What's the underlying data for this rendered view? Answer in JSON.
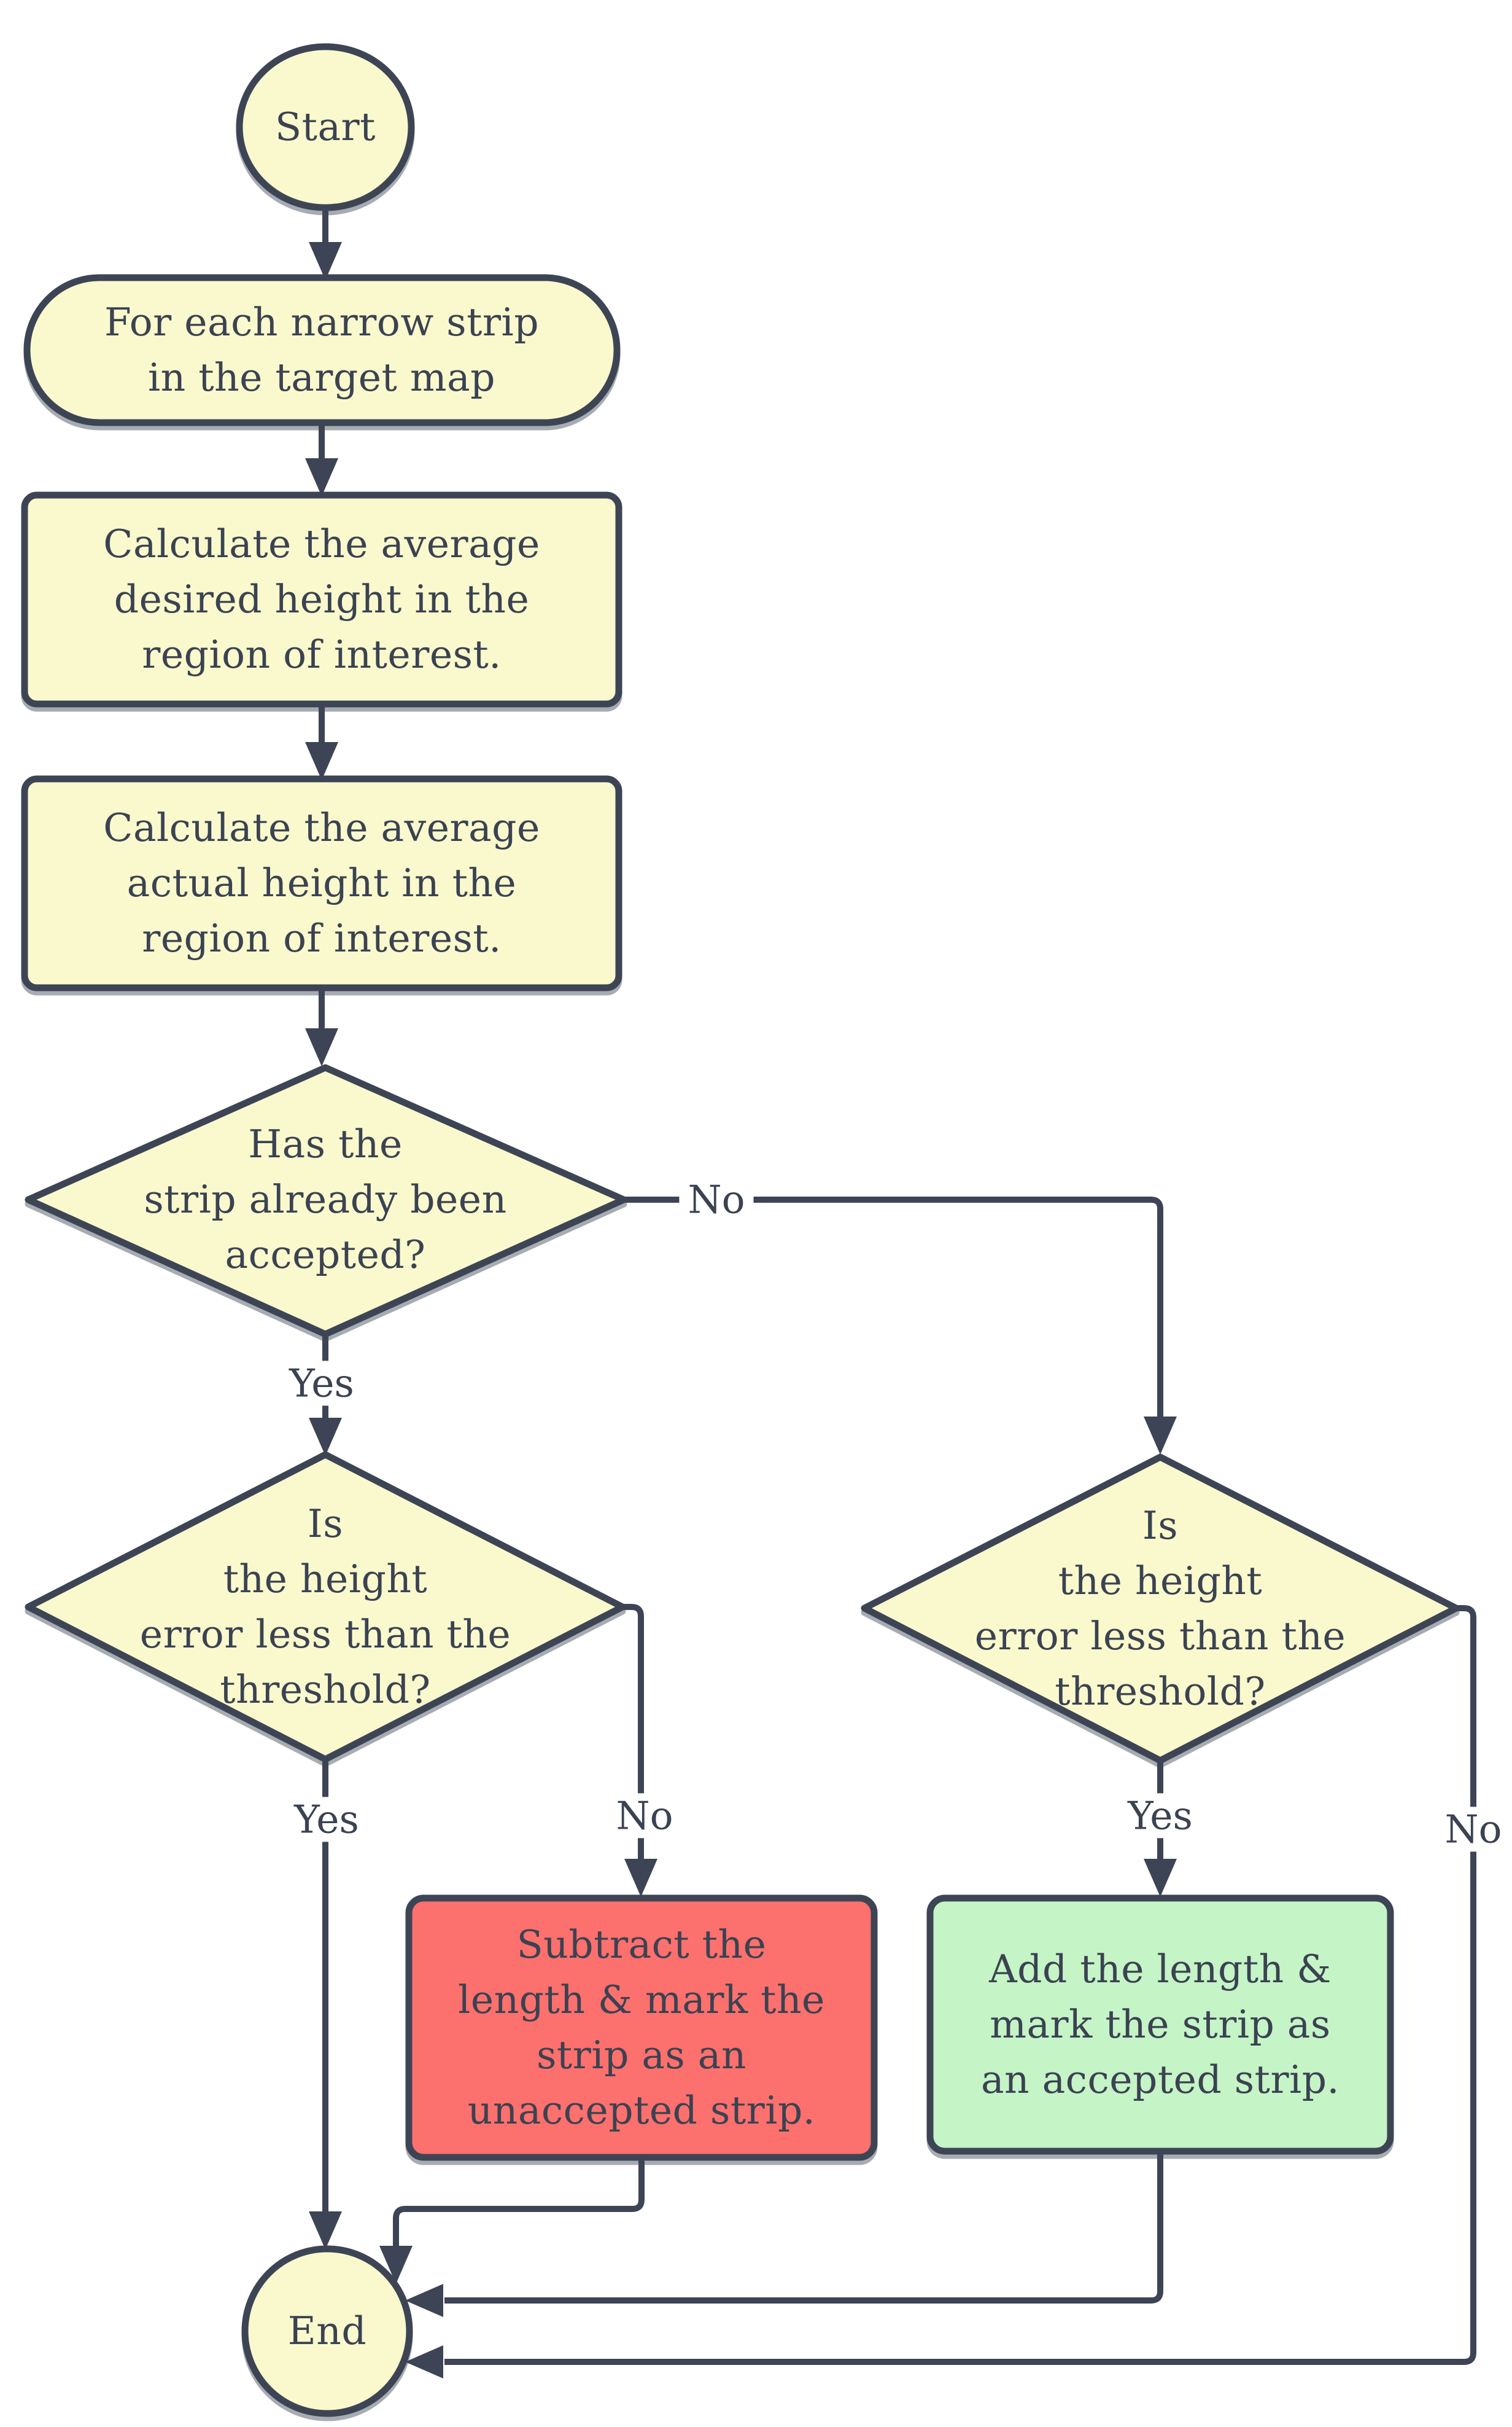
{
  "diagram": {
    "nodes": {
      "start": {
        "label": "Start",
        "type": "terminator"
      },
      "loop": {
        "label": "For each narrow strip\nin the target map",
        "type": "stadium"
      },
      "calc_desired": {
        "label": "Calculate the average\ndesired height in the\nregion of interest.",
        "type": "process"
      },
      "calc_actual": {
        "label": "Calculate the average\nactual height in the\nregion of interest.",
        "type": "process"
      },
      "accepted_check": {
        "label": "Has the\nstrip already been\naccepted?",
        "type": "decision"
      },
      "threshold_check_left": {
        "label": "Is\nthe height\nerror less than the\nthreshold?",
        "type": "decision"
      },
      "threshold_check_right": {
        "label": "Is\nthe height\nerror less than the\nthreshold?",
        "type": "decision"
      },
      "subtract": {
        "label": "Subtract the\nlength & mark the\nstrip as an\nunaccepted strip.",
        "type": "process-reject"
      },
      "add": {
        "label": "Add the length &\nmark the strip as\nan accepted strip.",
        "type": "process-accept"
      },
      "end": {
        "label": "End",
        "type": "terminator"
      }
    },
    "edge_labels": {
      "no_accepted": "No",
      "yes_accepted": "Yes",
      "yes_left": "Yes",
      "no_left": "No",
      "yes_right": "Yes",
      "no_right": "No"
    },
    "colors": {
      "stroke": "#3d4455",
      "node_fill": "#f9f9cd",
      "reject_fill": "#fc6f6d",
      "accept_fill": "#c5f4c7",
      "text": "#3b4251",
      "background": "#ffffff"
    }
  }
}
